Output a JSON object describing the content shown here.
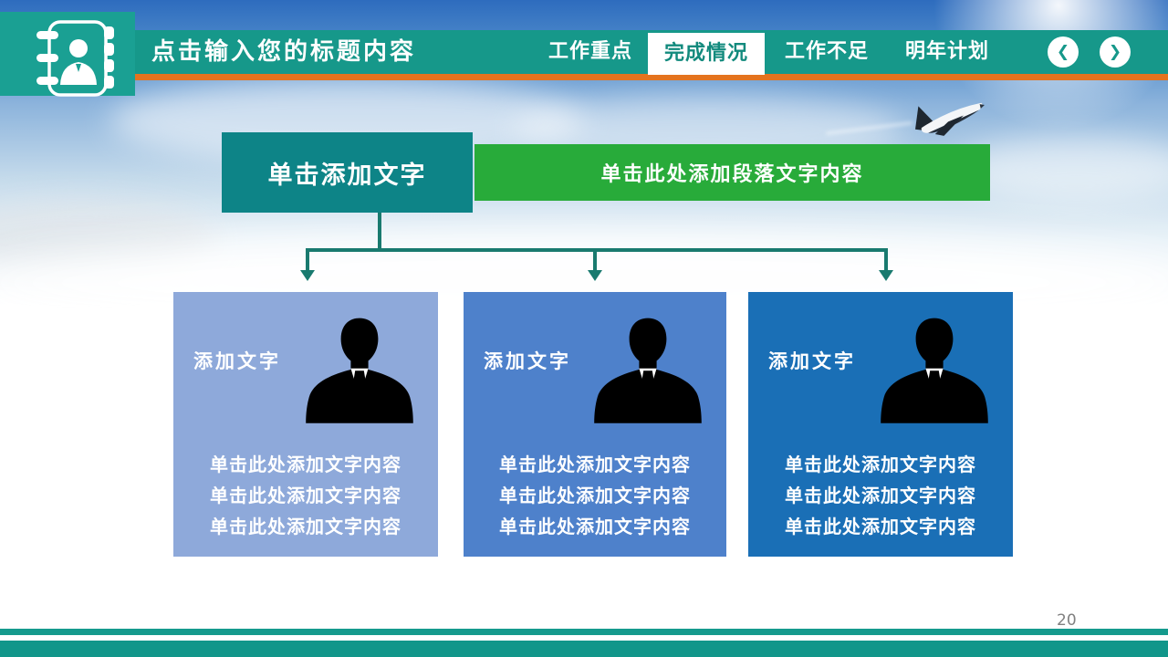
{
  "header": {
    "title": "点击输入您的标题内容",
    "tabs": [
      {
        "label": "工作重点",
        "active": false
      },
      {
        "label": "完成情况",
        "active": true
      },
      {
        "label": "工作不足",
        "active": false
      },
      {
        "label": "明年计划",
        "active": false
      }
    ],
    "nav": {
      "prev_glyph": "❮",
      "next_glyph": "❯"
    }
  },
  "diagram": {
    "root_label": "单击添加文字",
    "root_caption": "单击此处添加段落文字内容",
    "cards": [
      {
        "title": "添加文字",
        "lines": [
          "单击此处添加文字内容",
          "单击此处添加文字内容",
          "单击此处添加文字内容"
        ],
        "color": "#8ea9da"
      },
      {
        "title": "添加文字",
        "lines": [
          "单击此处添加文字内容",
          "单击此处添加文字内容",
          "单击此处添加文字内容"
        ],
        "color": "#4e81cb"
      },
      {
        "title": "添加文字",
        "lines": [
          "单击此处添加文字内容",
          "单击此处添加文字内容",
          "单击此处添加文字内容"
        ],
        "color": "#1a6fb6"
      }
    ]
  },
  "footer": {
    "page_number": "20"
  },
  "colors": {
    "header_teal": "#16988a",
    "icon_block_teal": "#1aa093",
    "accent_orange": "#e4731e",
    "active_tab_text": "#128a7d",
    "root_box_teal": "#0d8487",
    "caption_green": "#28ab3a",
    "connector_teal": "#197a6f",
    "footer_teal": "#159a8d",
    "page_number_gray": "#808080"
  }
}
